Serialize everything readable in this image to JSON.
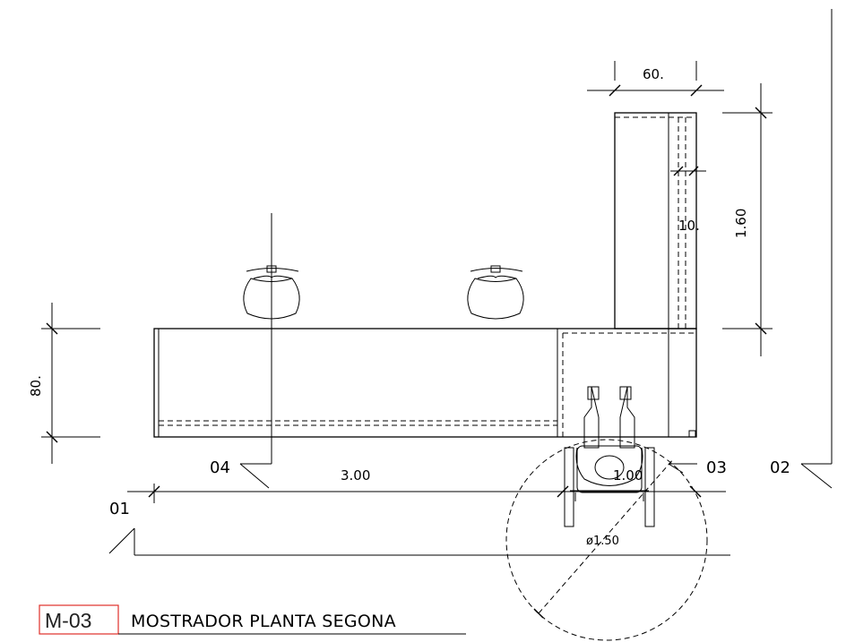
{
  "drawing": {
    "code": "M-03",
    "title": "MOSTRADOR PLANTA SEGONA"
  },
  "dimensions": {
    "top_width": "60.",
    "inner_offset": "10.",
    "right_height": "1.60",
    "left_height": "80.",
    "counter_length": "3.00",
    "access_width": "1.00",
    "turning_diameter": "ø1.50"
  },
  "section_marks": {
    "s01": "01",
    "s02": "02",
    "s03": "03",
    "s04": "04"
  },
  "colors": {
    "line": "#000000",
    "code_box": "#e0302a"
  }
}
